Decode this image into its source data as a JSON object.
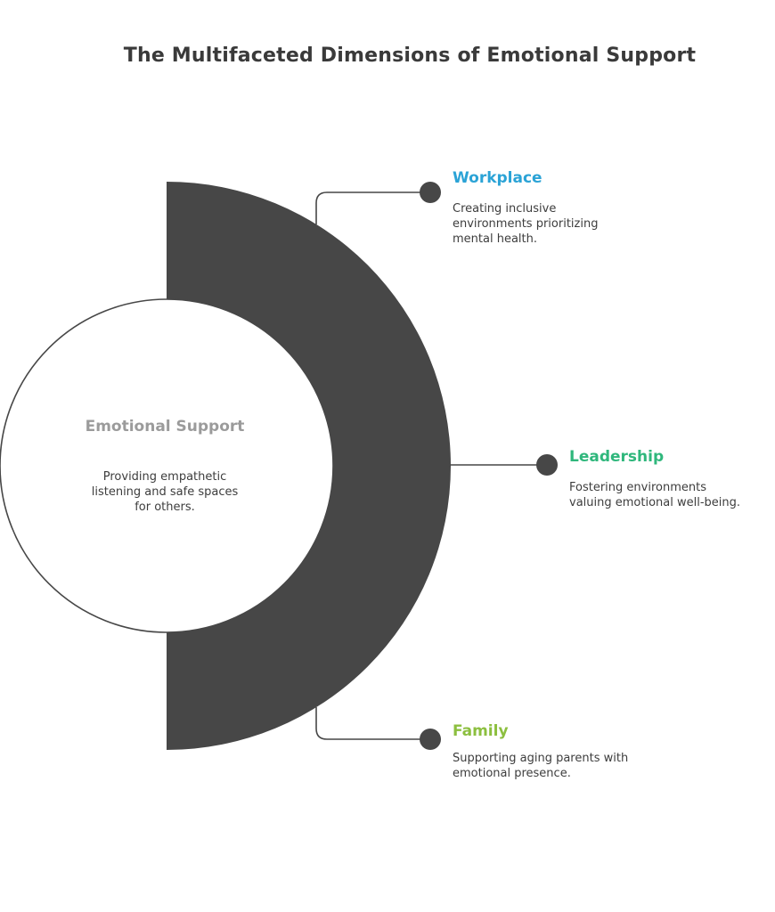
{
  "title": "The Multifaceted Dimensions of Emotional Support",
  "center": {
    "title": "Emotional Support",
    "description": "Providing empathetic listening and safe spaces for others."
  },
  "items": [
    {
      "title": "Workplace",
      "description": "Creating inclusive environments prioritizing mental health.",
      "color": "#2ba3d6"
    },
    {
      "title": "Leadership",
      "description": "Fostering environments valuing emotional well-being.",
      "color": "#2fb77c"
    },
    {
      "title": "Family",
      "description": "Supporting aging parents with emotional presence.",
      "color": "#8cbf3f"
    }
  ],
  "colors": {
    "arc": "#474747",
    "connector": "#474747",
    "circle_stroke": "#474747"
  }
}
